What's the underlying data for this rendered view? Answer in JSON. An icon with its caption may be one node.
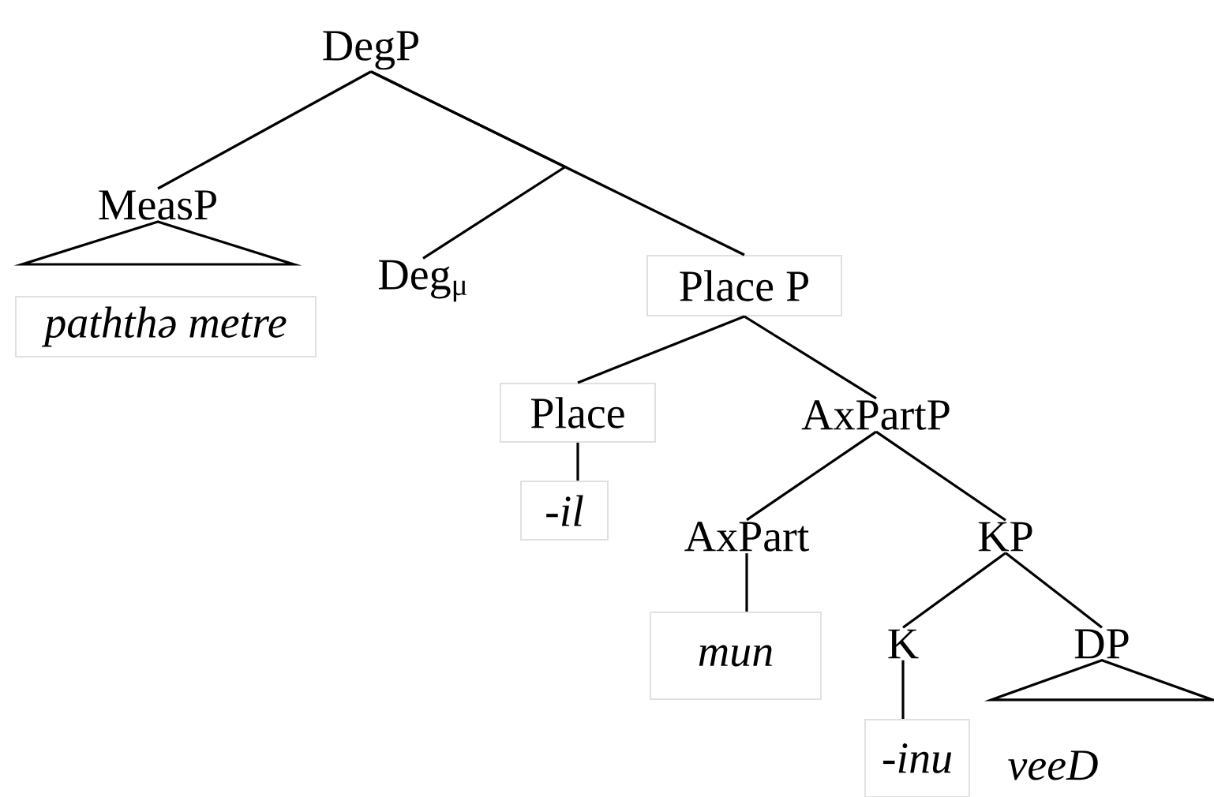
{
  "diagram": {
    "nodes": [
      {
        "text": [
          "DegP"
        ]
      },
      {
        "text": [
          "MeasP"
        ]
      },
      {
        "text": [
          "*paththə metre*"
        ]
      },
      {
        "text": [
          "Deg$_{μ}$"
        ]
      },
      {
        "text": [
          "Place P"
        ]
      },
      {
        "text": [
          "Place"
        ]
      },
      {
        "text": [
          "*-il*"
        ]
      },
      {
        "text": [
          "AxPartP"
        ]
      },
      {
        "text": [
          "AxPart"
        ]
      },
      {
        "text": [
          "*mun*"
        ]
      },
      {
        "text": [
          "KP"
        ]
      },
      {
        "text": [
          "K"
        ]
      },
      {
        "text": [
          "*-inu*"
        ]
      },
      {
        "text": [
          "DP"
        ]
      },
      {
        "text": [
          "*veeD*"
        ]
      }
    ],
    "edges": [
      {
        "from": 0,
        "to": 1,
        "arrow": "none"
      },
      {
        "from": 0,
        "to": 4,
        "arrow": "none"
      },
      {
        "from": 0,
        "to": 3,
        "arrow": "none"
      },
      {
        "from": 1,
        "to": 2,
        "arrow": "none"
      },
      {
        "from": 4,
        "to": 5,
        "arrow": "none"
      },
      {
        "from": 4,
        "to": 7,
        "arrow": "none"
      },
      {
        "from": 5,
        "to": 6,
        "arrow": "none"
      },
      {
        "from": 7,
        "to": 8,
        "arrow": "none"
      },
      {
        "from": 7,
        "to": 10,
        "arrow": "none"
      },
      {
        "from": 8,
        "to": 9,
        "arrow": "none"
      },
      {
        "from": 10,
        "to": 11,
        "arrow": "none"
      },
      {
        "from": 10,
        "to": 13,
        "arrow": "none"
      },
      {
        "from": 11,
        "to": 12,
        "arrow": "none"
      },
      {
        "from": 13,
        "to": 14,
        "arrow": "none"
      }
    ]
  }
}
